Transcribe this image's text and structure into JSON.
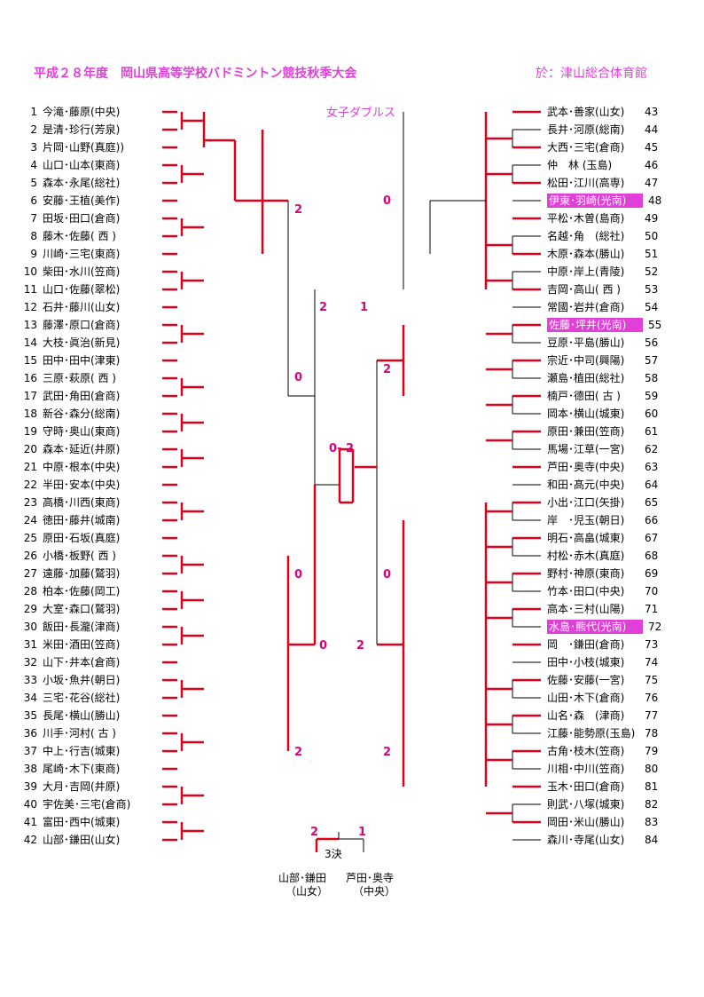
{
  "title": "平成２８年度　岡山県高等学校バドミントン競技秋季大会",
  "venue": "於：津山総合体育館",
  "event": "女子ダブルス",
  "left": [
    {
      "num": "1",
      "name": "今滝･藤原(中央)"
    },
    {
      "num": "2",
      "name": "是清･珍行(芳泉)"
    },
    {
      "num": "3",
      "name": "片岡･山野(真庭))"
    },
    {
      "num": "4",
      "name": "山口･山本(東商)"
    },
    {
      "num": "5",
      "name": "森本･永尾(総社)"
    },
    {
      "num": "6",
      "name": "安藤･王植(美作)"
    },
    {
      "num": "7",
      "name": "田坂･田口(倉商)"
    },
    {
      "num": "8",
      "name": "藤木･佐藤( 西 )"
    },
    {
      "num": "9",
      "name": "川崎･三宅(東商)"
    },
    {
      "num": "10",
      "name": "柴田･水川(笠商)"
    },
    {
      "num": "11",
      "name": "山口･佐藤(翠松)"
    },
    {
      "num": "12",
      "name": "石井･藤川(山女)"
    },
    {
      "num": "13",
      "name": "藤澤･原口(倉商)"
    },
    {
      "num": "14",
      "name": "大枝･眞治(新見)"
    },
    {
      "num": "15",
      "name": "田中･田中(津東)"
    },
    {
      "num": "16",
      "name": "三原･萩原( 西 )"
    },
    {
      "num": "17",
      "name": "武田･角田(倉商)"
    },
    {
      "num": "18",
      "name": "新谷･森分(総南)"
    },
    {
      "num": "19",
      "name": "守時･奥山(東商)"
    },
    {
      "num": "20",
      "name": "森本･延近(井原)"
    },
    {
      "num": "21",
      "name": "中原･根本(中央)"
    },
    {
      "num": "22",
      "name": "半田･安本(中央)"
    },
    {
      "num": "23",
      "name": "高橋･川西(東商)"
    },
    {
      "num": "24",
      "name": "徳田･藤井(城南)"
    },
    {
      "num": "25",
      "name": "原田･石坂(真庭)"
    },
    {
      "num": "26",
      "name": "小橋･板野( 西 )"
    },
    {
      "num": "27",
      "name": "遠藤･加藤(鷲羽)"
    },
    {
      "num": "28",
      "name": "柏本･佐藤(岡工)"
    },
    {
      "num": "29",
      "name": "大室･森口(鷲羽)"
    },
    {
      "num": "30",
      "name": "飯田･長瀧(津商)"
    },
    {
      "num": "31",
      "name": "米田･酒田(笠商)"
    },
    {
      "num": "32",
      "name": "山下･井本(倉商)"
    },
    {
      "num": "33",
      "name": "小坂･魚井(朝日)"
    },
    {
      "num": "34",
      "name": "三宅･花谷(総社)"
    },
    {
      "num": "35",
      "name": "長尾･横山(勝山)"
    },
    {
      "num": "36",
      "name": "川手･河村( 古 )"
    },
    {
      "num": "37",
      "name": "中上･行吉(城東)"
    },
    {
      "num": "38",
      "name": "尾崎･木下(東商)"
    },
    {
      "num": "39",
      "name": "大月･吉岡(井原)"
    },
    {
      "num": "40",
      "name": "宇佐美･三宅(倉商)"
    },
    {
      "num": "41",
      "name": "富田･西中(城東)"
    },
    {
      "num": "42",
      "name": "山部･鎌田(山女)"
    }
  ],
  "right": [
    {
      "num": "43",
      "name": "武本･善家(山女)"
    },
    {
      "num": "44",
      "name": "長井･河原(総南)"
    },
    {
      "num": "45",
      "name": "大西･三宅(倉商)"
    },
    {
      "num": "46",
      "name": "仲　林 (玉島)"
    },
    {
      "num": "47",
      "name": "松田･江川(高専)"
    },
    {
      "num": "48",
      "name": "伊東･羽崎(光南)",
      "hl": true
    },
    {
      "num": "49",
      "name": "平松･木曽(島商)"
    },
    {
      "num": "50",
      "name": "名越･角　(総社)"
    },
    {
      "num": "51",
      "name": "木原･森本(勝山)"
    },
    {
      "num": "52",
      "name": "中原･岸上(青陵)"
    },
    {
      "num": "53",
      "name": "吉岡･高山( 西 )"
    },
    {
      "num": "54",
      "name": "常國･岩井(倉商)"
    },
    {
      "num": "55",
      "name": "佐藤･坪井(光南)",
      "hl": true
    },
    {
      "num": "56",
      "name": "豆原･平島(勝山)"
    },
    {
      "num": "57",
      "name": "宗近･中司(興陽)"
    },
    {
      "num": "58",
      "name": "瀬島･植田(総社)"
    },
    {
      "num": "59",
      "name": "楠戸･德田( 古 )"
    },
    {
      "num": "60",
      "name": "岡本･横山(城東)"
    },
    {
      "num": "61",
      "name": "原田･兼田(笠商)"
    },
    {
      "num": "62",
      "name": "馬場･江草(一宮)"
    },
    {
      "num": "63",
      "name": "芦田･奥寺(中央)"
    },
    {
      "num": "64",
      "name": "和田･髙元(中央)"
    },
    {
      "num": "65",
      "name": "小出･江口(矢掛)"
    },
    {
      "num": "66",
      "name": "岸　･児玉(朝日)"
    },
    {
      "num": "67",
      "name": "明石･高畠(城東)"
    },
    {
      "num": "68",
      "name": "村松･赤木(真庭)"
    },
    {
      "num": "69",
      "name": "野村･神原(東商)"
    },
    {
      "num": "70",
      "name": "竹本･田口(中央)"
    },
    {
      "num": "71",
      "name": "高本･三村(山陽)"
    },
    {
      "num": "72",
      "name": "水島･熊代(光南)",
      "hl": true
    },
    {
      "num": "73",
      "name": "岡　･鎌田(倉商)"
    },
    {
      "num": "74",
      "name": "田中･小枝(城東)"
    },
    {
      "num": "75",
      "name": "佐藤･安藤(一宮)"
    },
    {
      "num": "76",
      "name": "山田･木下(倉商)"
    },
    {
      "num": "77",
      "name": "山名･森　(津商)"
    },
    {
      "num": "78",
      "name": "江藤･能勢原(玉島)"
    },
    {
      "num": "79",
      "name": "古角･枝木(笠商)"
    },
    {
      "num": "80",
      "name": "川相･中川(笠商)"
    },
    {
      "num": "81",
      "name": "玉木･田口(倉商)"
    },
    {
      "num": "82",
      "name": "則武･八塚(城東)"
    },
    {
      "num": "83",
      "name": "岡田･米山(勝山)"
    },
    {
      "num": "84",
      "name": "森川･寺尾(山女)"
    }
  ],
  "scores": {
    "l1a": "2",
    "l1b": "0",
    "l1c": "0",
    "l1d": "2",
    "l2a": "2",
    "l2b": "0",
    "final": "0- 2",
    "r1a": "0",
    "r1b": "2",
    "r1c": "0",
    "r1d": "2",
    "r2a": "1",
    "r2b": "2",
    "third_l": "2",
    "third_r": "1"
  },
  "third": {
    "label": "3決",
    "left_name": "山部･鎌田",
    "left_school": "（山女）",
    "right_name": "芦田･奥寺",
    "right_school": "（中央）"
  },
  "colors": {
    "accent": "#e040d8",
    "line": "#e0001a"
  }
}
